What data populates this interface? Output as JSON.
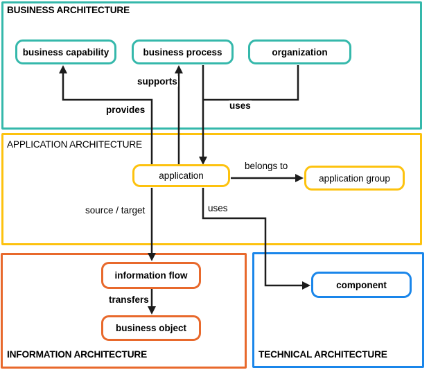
{
  "colors": {
    "business": "#35b8ab",
    "application": "#fdc20e",
    "information": "#e8692c",
    "technical": "#1a86ea",
    "edge": "#1c1c1c"
  },
  "sections": [
    {
      "label": "BUSINESS ARCHITECTURE",
      "color": "#35b8ab",
      "nodes": [
        {
          "label": "business capability"
        },
        {
          "label": "business process"
        },
        {
          "label": "organization"
        }
      ]
    },
    {
      "label": "APPLICATION ARCHITECTURE",
      "color": "#fdc20e",
      "nodes": [
        {
          "label": "application"
        },
        {
          "label": "application group"
        }
      ]
    },
    {
      "label": "INFORMATION ARCHITECTURE",
      "color": "#e8692c",
      "nodes": [
        {
          "label": "information flow"
        },
        {
          "label": "business object"
        }
      ]
    },
    {
      "label": "TECHNICAL ARCHITECTURE",
      "color": "#1a86ea",
      "nodes": [
        {
          "label": "component"
        }
      ]
    }
  ],
  "edges": [
    {
      "label": "provides",
      "from": "application",
      "to": "business capability"
    },
    {
      "label": "supports",
      "from": "application",
      "to": "business process"
    },
    {
      "label": "uses",
      "from": [
        "business process",
        "organization"
      ],
      "to": "application"
    },
    {
      "label": "belongs to",
      "from": "application",
      "to": "application group"
    },
    {
      "label": "source / target",
      "from": "application",
      "to": "information flow"
    },
    {
      "label": "uses",
      "from": "application",
      "to": "component"
    },
    {
      "label": "transfers",
      "from": "information flow",
      "to": "business object"
    }
  ]
}
